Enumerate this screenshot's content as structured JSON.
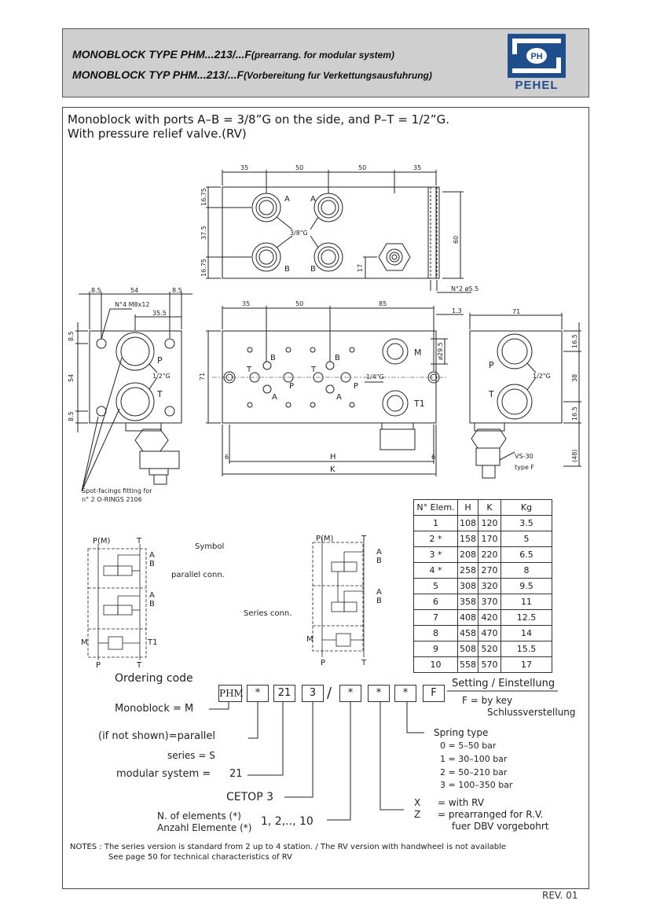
{
  "header": {
    "title_en_main": "MONOBLOCK TYPE PHM...213/...F",
    "title_en_note": "(prearrang. for modular system)",
    "title_de_main": "MONOBLOCK TYP PHM...213/...F",
    "title_de_note": "(Vorbereitung fur Verkettungsausfuhrung)",
    "logo_mark": "PH",
    "logo_word": "PEHEL",
    "brand_color": "#1f4e8c"
  },
  "intro": {
    "line1": "Monoblock with ports A–B = 3/8”G on the side, and P–T = 1/2”G.",
    "line2": "With pressure relief valve.(RV)"
  },
  "drawing": {
    "top_view": {
      "dims_top": [
        "35",
        "50",
        "50",
        "35"
      ],
      "dims_left": [
        "16.75",
        "37.5",
        "16.75"
      ],
      "port_a1": "A",
      "port_a2": "A",
      "port_b1": "B",
      "port_b2": "B",
      "thread": "3/8\"G",
      "dim_17": "17",
      "dim_60": "60",
      "holes": "N°2 ø5.5"
    },
    "left_view": {
      "dims_top": [
        "8.5",
        "54",
        "8.5"
      ],
      "bolts": "N°4 M8x12",
      "dim_355": "35.5",
      "dims_left": [
        "8.5",
        "54",
        "8.5"
      ],
      "port_p": "P",
      "port_t": "T",
      "thread": "1/2\"G",
      "note_line1": "Spot-facings fitting for",
      "note_line2": "n° 2 O-RINGS 2106"
    },
    "front_view": {
      "dims_top": [
        "35",
        "50",
        "85"
      ],
      "dim_13": "1.3",
      "dim_71": "71",
      "dim_295": "ø29.5",
      "labels": [
        "T",
        "B",
        "P",
        "A",
        "T",
        "B",
        "P",
        "A",
        "M",
        "T1"
      ],
      "thread": "1/4\"G",
      "dim_6l": "6",
      "dim_6r": "6",
      "dim_h": "H",
      "dim_k": "K"
    },
    "right_view": {
      "dim_71": "71",
      "dims_right": [
        "16.5",
        "38",
        "16.5"
      ],
      "port_p": "P",
      "port_t": "T",
      "thread": "1/2\"G",
      "dim_48": "(48)",
      "valve_line1": "VS-30",
      "valve_line2": "type F"
    }
  },
  "symbols": {
    "title": "Symbol",
    "parallel": "parallel conn.",
    "series": "Series conn.",
    "pm": "P(M)",
    "t": "T",
    "a": "A",
    "b": "B",
    "m": "M",
    "p": "P",
    "t1": "T1"
  },
  "table": {
    "headers": [
      "N° Elem.",
      "H",
      "K",
      "Kg"
    ],
    "rows": [
      [
        "1",
        "108",
        "120",
        "3.5"
      ],
      [
        "2 *",
        "158",
        "170",
        "5"
      ],
      [
        "3 *",
        "208",
        "220",
        "6.5"
      ],
      [
        "4 *",
        "258",
        "270",
        "8"
      ],
      [
        "5",
        "308",
        "320",
        "9.5"
      ],
      [
        "6",
        "358",
        "370",
        "11"
      ],
      [
        "7",
        "408",
        "420",
        "12.5"
      ],
      [
        "8",
        "458",
        "470",
        "14"
      ],
      [
        "9",
        "508",
        "520",
        "15.5"
      ],
      [
        "10",
        "558",
        "570",
        "17"
      ]
    ]
  },
  "ordering": {
    "title": "Ordering code",
    "boxes": [
      "PHM",
      "*",
      "21",
      "3",
      "/",
      "*",
      "*",
      "*",
      "F"
    ],
    "monoblock": "Monoblock = M",
    "parallel": "(if not shown)=parallel",
    "series": "series = S",
    "modular_label": "modular system =",
    "modular_value": "21",
    "cetop": "CETOP 3",
    "elements_en": "N. of elements (*)",
    "elements_de": "Anzahl Elemente (*)",
    "elements_values": "1, 2,.., 10",
    "setting": "Setting / Einstellung",
    "setting_f": "F = by key",
    "setting_f_de": "Schlussverstellung",
    "spring_title": "Spring type",
    "spring": [
      "0 = 5–50 bar",
      "1 = 30–100 bar",
      "2 = 50–210 bar",
      "3 = 100–350 bar"
    ],
    "x_label": "X",
    "x_text": "= with RV",
    "z_label": "Z",
    "z_text": "= prearranged for R.V.",
    "z_text_de": "fuer DBV vorgebohrt"
  },
  "notes": {
    "line1": "NOTES : The series version is standard from 2 up to 4 station. / The RV version with handwheel is not available",
    "line2": "See page 50 for technical characteristics of RV"
  },
  "revision": "REV. 01"
}
